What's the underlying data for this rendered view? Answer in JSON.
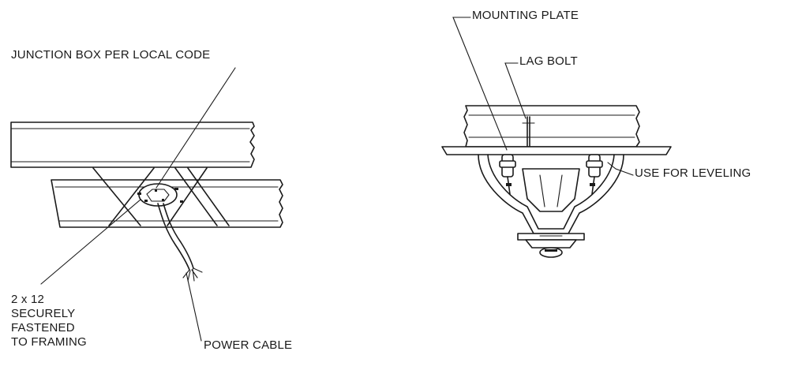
{
  "labels": {
    "junction_box": "JUNCTION BOX PER LOCAL CODE",
    "framing_line1": "2 x 12",
    "framing_line2": "SECURELY",
    "framing_line3": "FASTENED",
    "framing_line4": "TO FRAMING",
    "power_cable": "POWER CABLE",
    "mounting_plate": "MOUNTING PLATE",
    "lag_bolt": "LAG BOLT",
    "use_for_leveling": "USE FOR LEVELING"
  },
  "colors": {
    "line": "#1a1a1a",
    "background": "#ffffff"
  }
}
